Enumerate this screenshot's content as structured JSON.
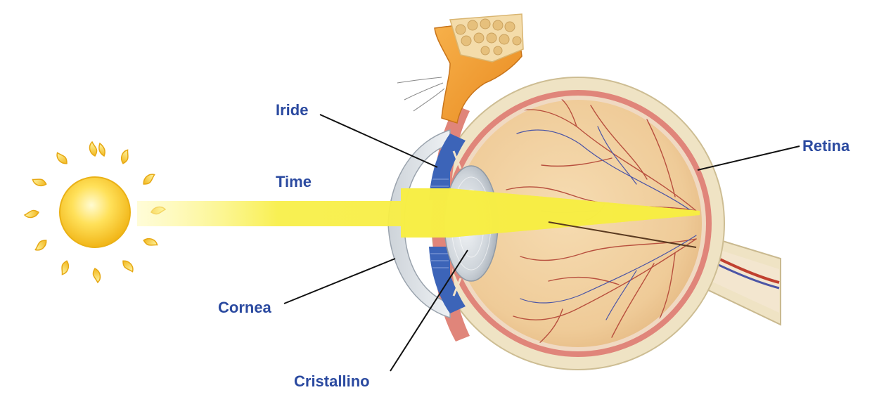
{
  "labels": {
    "iride": "Iride",
    "time": "Time",
    "retina": "Retina",
    "cornea": "Cornea",
    "cristallino": "Cristallino"
  },
  "colors": {
    "label_text": "#2b4aa0",
    "leader_line": "#111111",
    "light_beam": "#f7ef5a",
    "sun": "#f5c518",
    "sclera": "#efe3c4",
    "choroid": "#e0857a",
    "vitreous": "#f0cf9f",
    "iris": "#3c64b8",
    "lens": "#cfd4da",
    "vessel_red": "#b8503e",
    "vessel_blue": "#4b55a6",
    "muscle": "#f2a03a"
  },
  "icons": {
    "sun": "sun-icon"
  }
}
